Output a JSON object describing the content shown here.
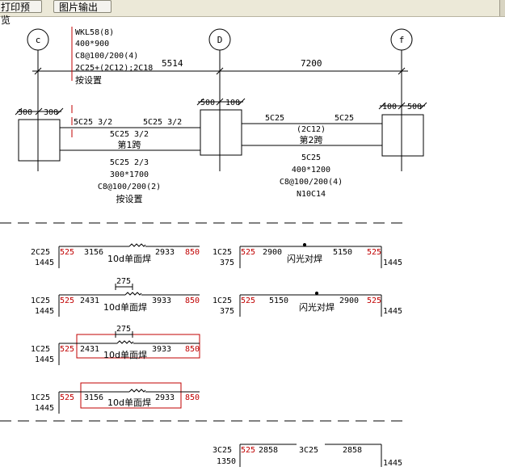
{
  "toolbar": {
    "print_preview": "打印预览",
    "image_export": "图片输出"
  },
  "axes": [
    "c",
    "D",
    "f"
  ],
  "spans": {
    "left": "5514",
    "right": "7200"
  },
  "beam_note": {
    "line1": "WKL58(8)",
    "line2": "400*900",
    "line3": "C8@100/200(4)",
    "line4": "2C25+(2C12);2C18",
    "line5": "按设置"
  },
  "columns": {
    "c_left": "300",
    "c_right": "300",
    "d_left": "500",
    "d_right": "100",
    "f_left": "100",
    "f_right": "500"
  },
  "span1": {
    "top_left": "5C25 3/2",
    "top_right": "5C25 3/2",
    "mid": "5C25 3/2",
    "name": "第1跨",
    "bottom": "5C25 2/3",
    "size": "300*1700",
    "stirrup": "C8@100/200(2)",
    "note": "按设置"
  },
  "span2": {
    "top_left": "5C25",
    "top_right": "5C25",
    "mid": "(2C12)",
    "name": "第2跨",
    "bottom": "5C25",
    "size": "400*1200",
    "stirrup": "C8@100/200(4)",
    "torsion": "N10C14"
  },
  "rebars": [
    {
      "spec": "2C25",
      "len": "1445",
      "bend_l": "525",
      "a": "3156",
      "b": "2933",
      "bend_r": "850",
      "weld": "10d单面焊"
    },
    {
      "spec": "1C25",
      "len": "375",
      "bend_l": "525",
      "a": "2900",
      "b": "5150",
      "bend_r": "525",
      "end": "1445",
      "weld": "闪光对焊"
    },
    {
      "spec": "1C25",
      "len": "1445",
      "bend_l": "525",
      "a": "2431",
      "b": "3933",
      "bend_r": "850",
      "dim": "275",
      "weld": "10d单面焊"
    },
    {
      "spec": "1C25",
      "len": "375",
      "bend_l": "525",
      "a": "5150",
      "b": "2900",
      "bend_r": "525",
      "end": "1445",
      "weld": "闪光对焊"
    },
    {
      "spec": "1C25",
      "len": "1445",
      "bend_l": "525",
      "a": "2431",
      "b": "3933",
      "bend_r": "850",
      "dim": "275",
      "weld": "10d单面焊"
    },
    {
      "spec": "1C25",
      "len": "1445",
      "bend_l": "525",
      "a": "3156",
      "b": "2933",
      "bend_r": "850",
      "weld": "10d单面焊"
    },
    {
      "spec": "3C25",
      "len": "1350",
      "bend_l": "525",
      "a": "2858",
      "mid_spec": "3C25",
      "b": "2858",
      "end": "1445"
    }
  ]
}
